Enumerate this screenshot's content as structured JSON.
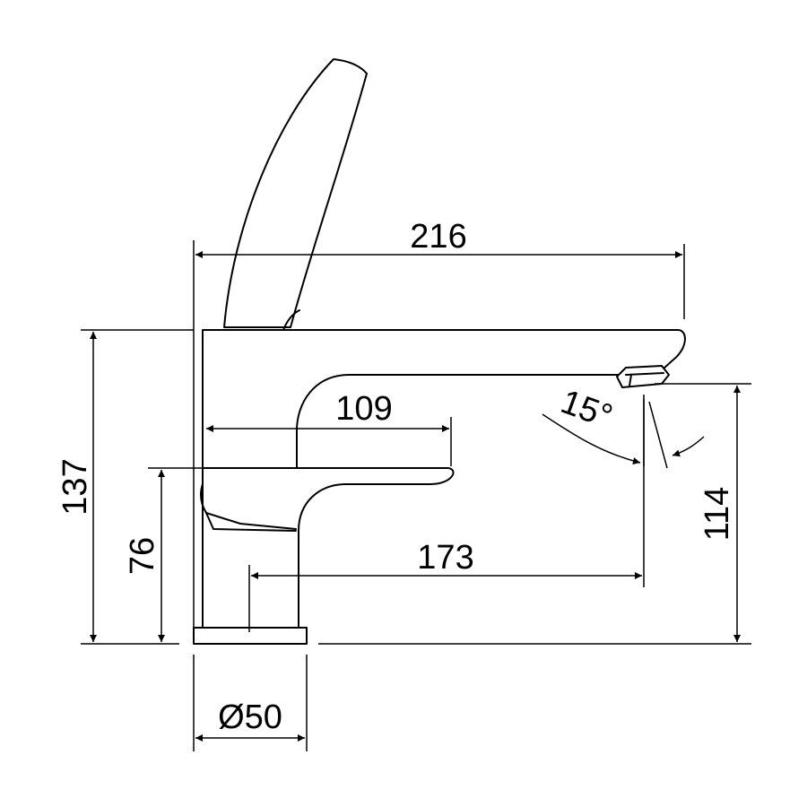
{
  "dimensions": {
    "overall_length": "216",
    "body_reach": "109",
    "spout_reach": "173",
    "total_height": "137",
    "handle_height": "76",
    "spout_height": "114",
    "base_diameter": "Ø50",
    "spout_angle": "15°"
  }
}
